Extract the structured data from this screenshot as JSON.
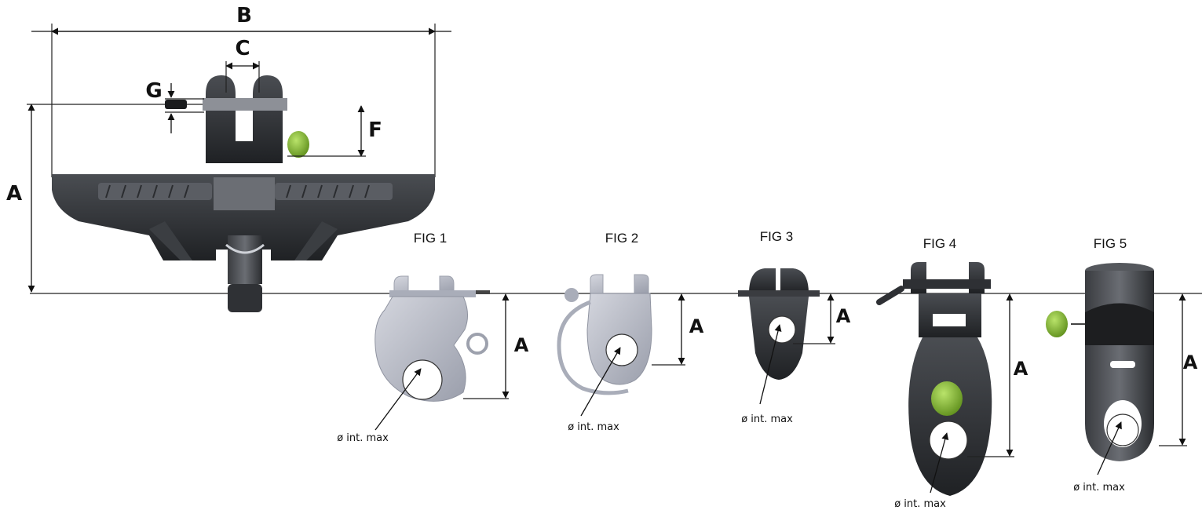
{
  "main": {
    "dimensions": {
      "A": "A",
      "B": "B",
      "C": "C",
      "F": "F",
      "G": "G"
    },
    "figures": [
      {
        "label": "FIG 1",
        "dim": "A",
        "caption": "ø int. max"
      },
      {
        "label": "FIG 2",
        "dim": "A",
        "caption": "ø int. max"
      },
      {
        "label": "FIG 3",
        "dim": "A",
        "caption": "ø int. max"
      },
      {
        "label": "FIG 4",
        "dim": "A",
        "caption": "ø int. max"
      },
      {
        "label": "FIG 5",
        "dim": "A",
        "caption": "ø int. max"
      }
    ]
  },
  "colors": {
    "dark_part": "#2b2d30",
    "light_part": "#b9bcc7",
    "green_accent": "#7fae2b",
    "line": "#111111"
  },
  "icons": {
    "main": "sheave-block-icon",
    "fig1": "snap-shackle-icon",
    "fig2": "bow-shackle-icon",
    "fig3": "fork-clevis-icon",
    "fig4": "swivel-shackle-icon",
    "fig5": "eye-fitting-icon"
  }
}
